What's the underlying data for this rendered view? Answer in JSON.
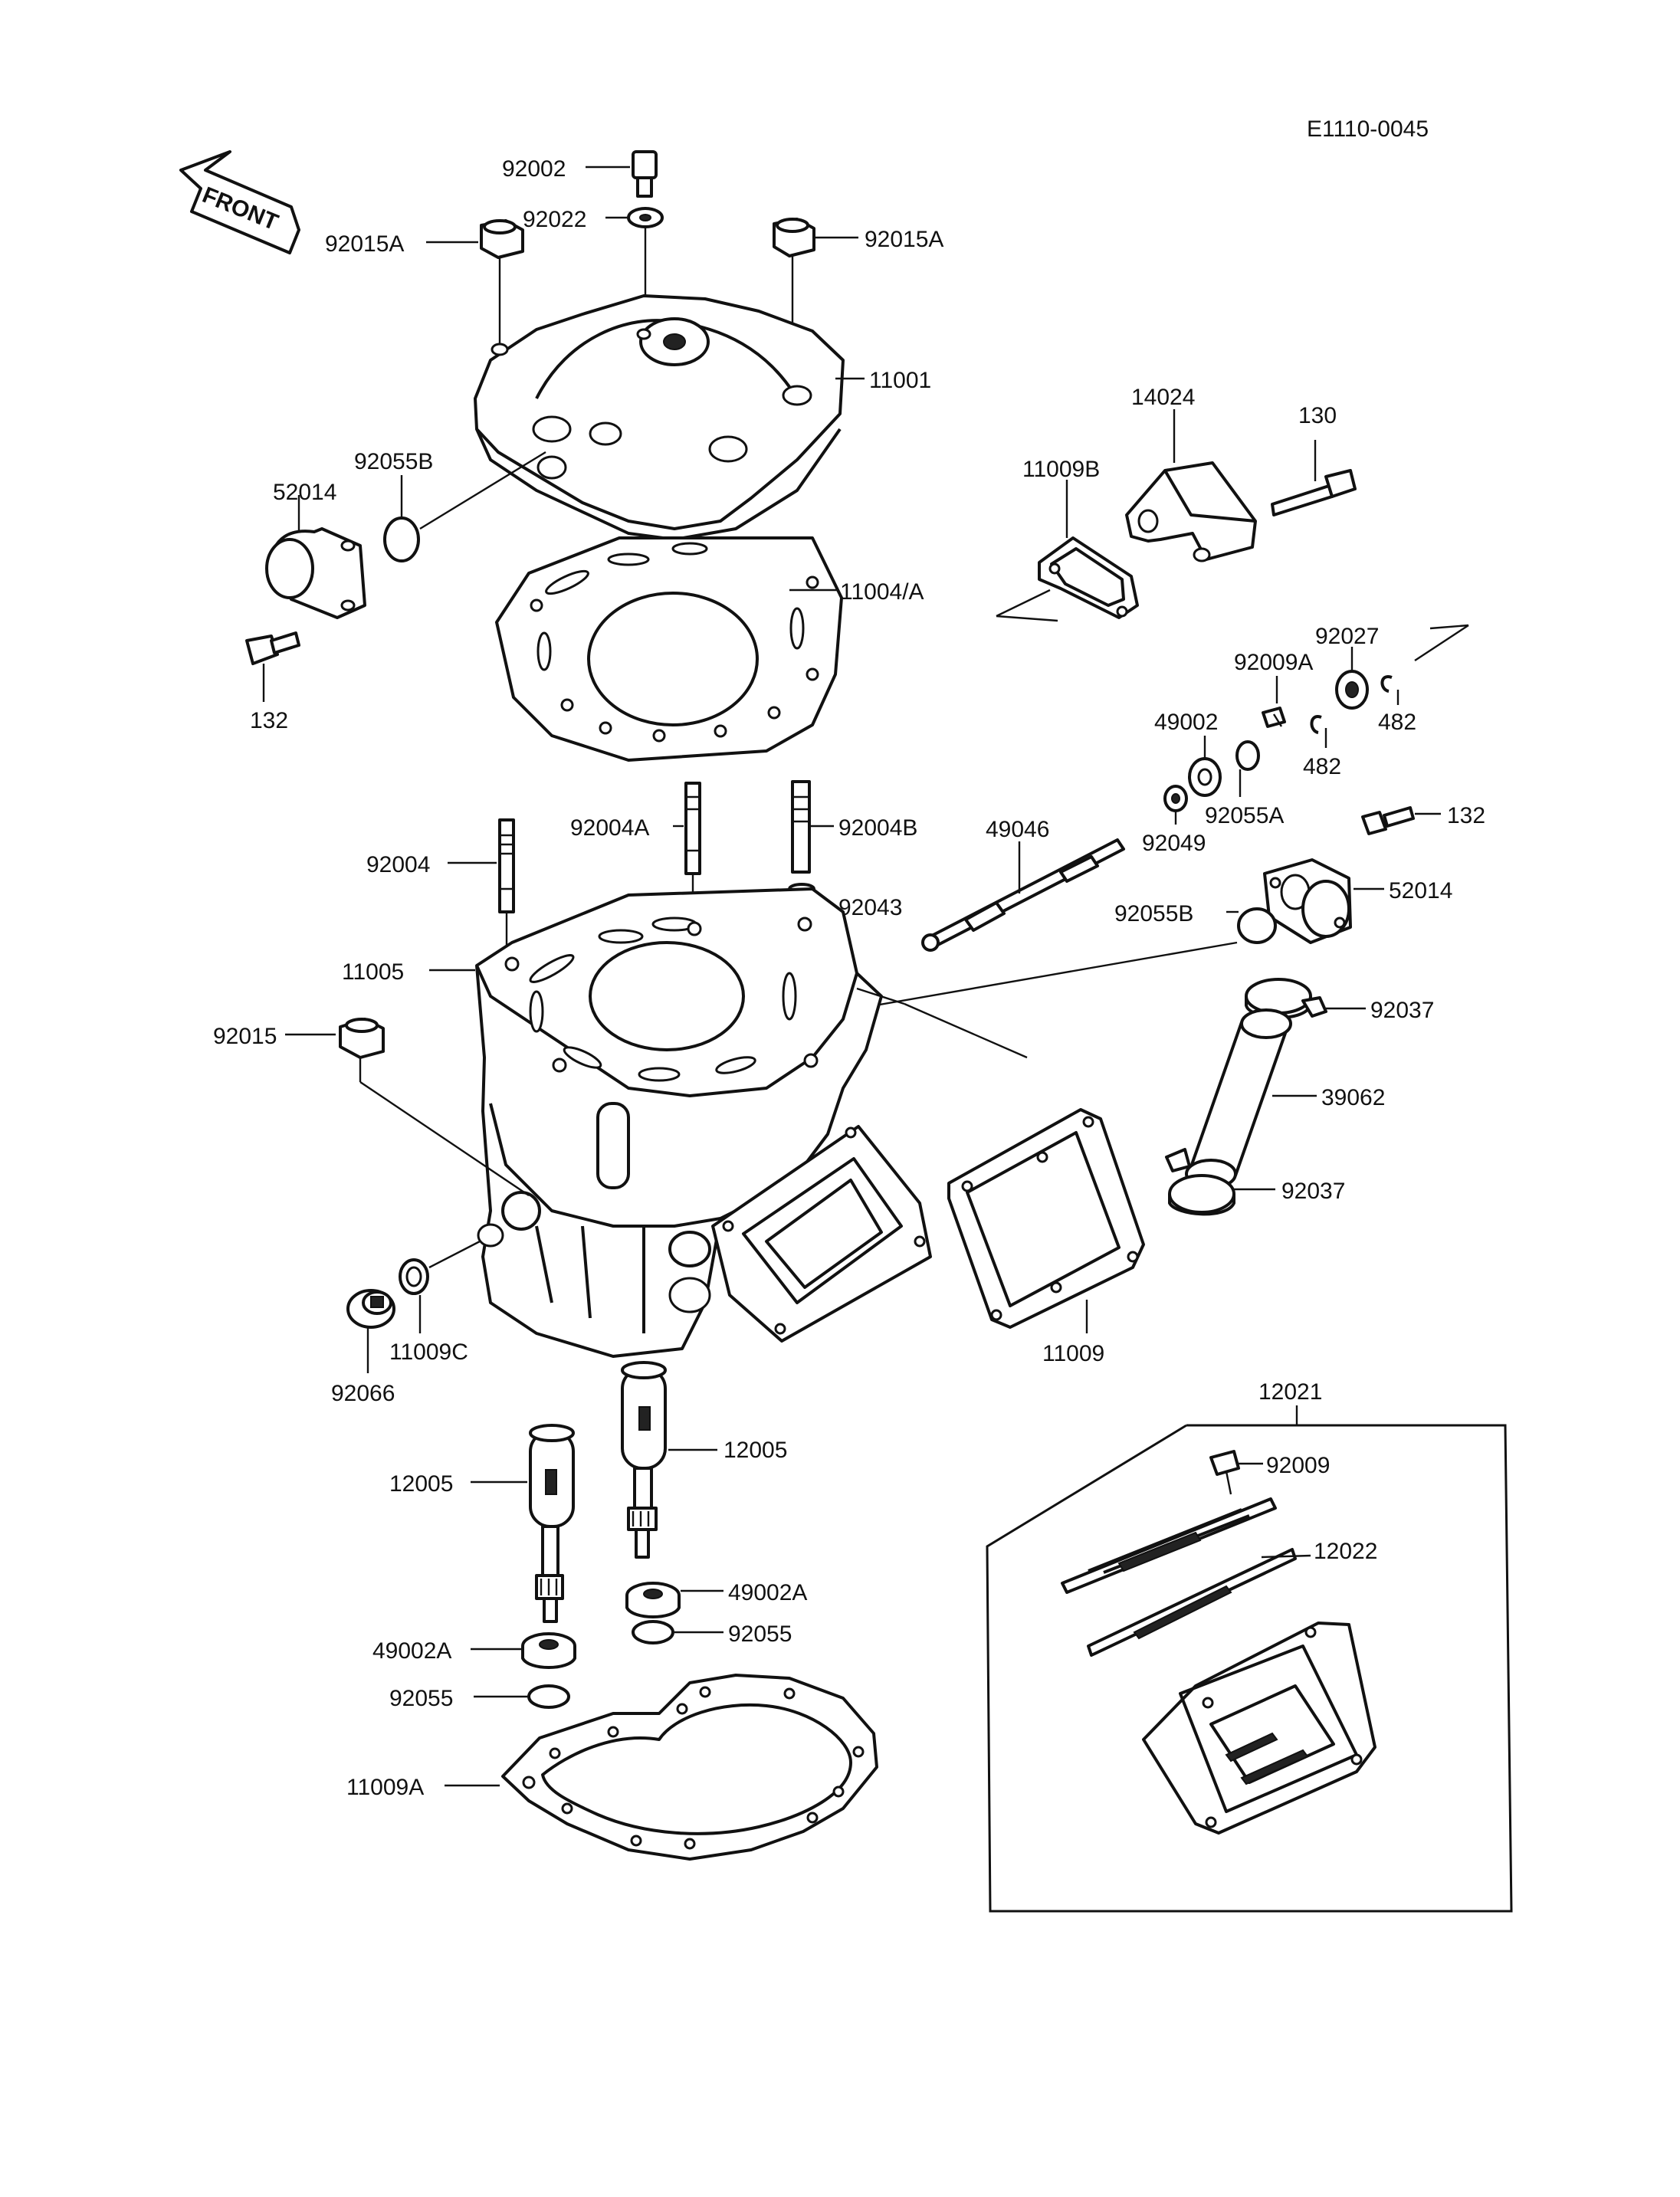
{
  "diagram_id": "E1110-0045",
  "front_label": "FRONT",
  "labels": {
    "p92002": "92002",
    "p92022": "92022",
    "p92015A_l": "92015A",
    "p92015A_r": "92015A",
    "p11001": "11001",
    "p52014_l": "52014",
    "p92055B_l": "92055B",
    "p11004A": "11004/A",
    "p132_l": "132",
    "p14024": "14024",
    "p130": "130",
    "p11009B": "11009B",
    "p92027": "92027",
    "p92009A": "92009A",
    "p482_r": "482",
    "p49002": "49002",
    "p482_c": "482",
    "p92055A": "92055A",
    "p92049": "92049",
    "p132_r": "132",
    "p92004A": "92004A",
    "p92004B": "92004B",
    "p49046": "49046",
    "p92004": "92004",
    "p92043": "92043",
    "p52014_r": "52014",
    "p92055B_r": "92055B",
    "p11005": "11005",
    "p92037_t": "92037",
    "p92015": "92015",
    "p39062": "39062",
    "p92037_b": "92037",
    "p92066": "92066",
    "p11009C": "11009C",
    "p11009": "11009",
    "p12021": "12021",
    "p12005_l": "12005",
    "p12005_r": "12005",
    "p92009": "92009",
    "p12022": "12022",
    "p49002A_r": "49002A",
    "p92055_r": "92055",
    "p49002A_l": "49002A",
    "p92055_l": "92055",
    "p11009A": "11009A"
  }
}
